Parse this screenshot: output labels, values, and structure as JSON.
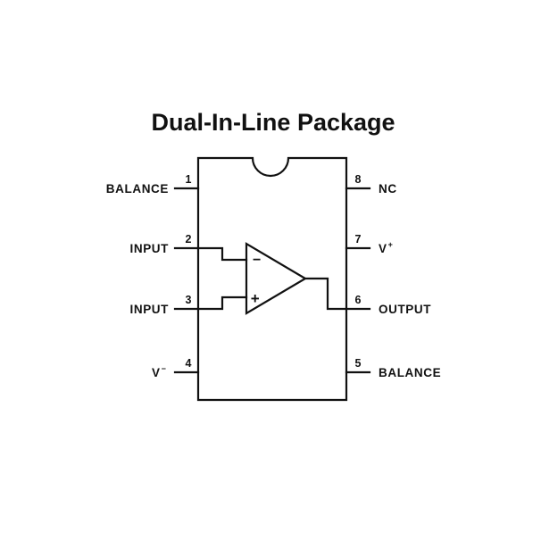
{
  "title": "Dual-In-Line Package",
  "pins": [
    {
      "number": "1",
      "label": "BALANCE"
    },
    {
      "number": "2",
      "label": "INPUT"
    },
    {
      "number": "3",
      "label": "INPUT"
    },
    {
      "number": "4",
      "label": "V",
      "superscript": "−"
    },
    {
      "number": "5",
      "label": "BALANCE"
    },
    {
      "number": "6",
      "label": "OUTPUT"
    },
    {
      "number": "7",
      "label": "V",
      "superscript": "+"
    },
    {
      "number": "8",
      "label": "NC"
    }
  ],
  "opamp": {
    "inverting_symbol": "−",
    "noninverting_symbol": "+"
  },
  "colors": {
    "ink": "#111111",
    "background": "#ffffff"
  }
}
